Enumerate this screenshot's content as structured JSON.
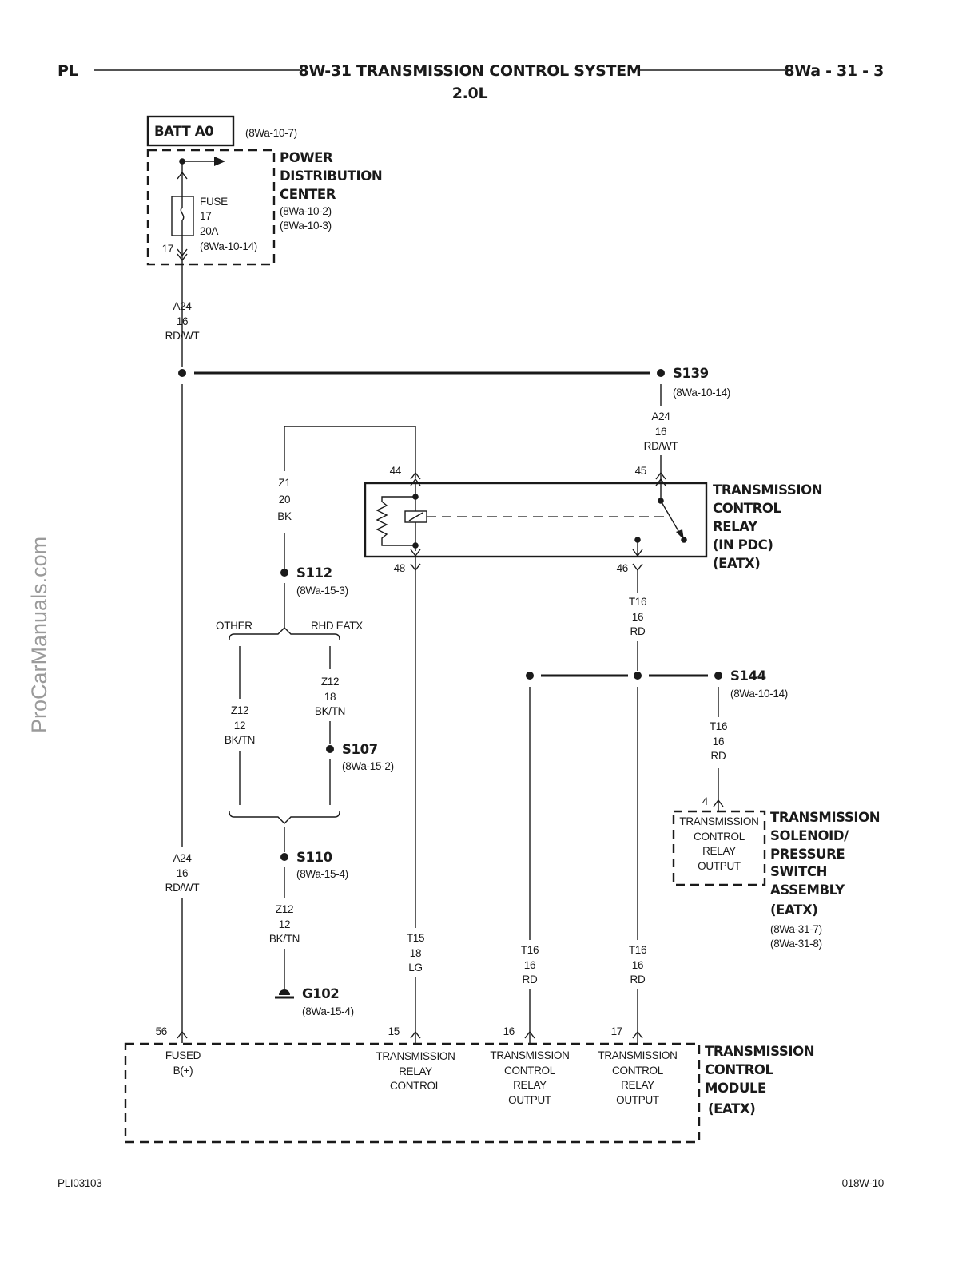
{
  "header": {
    "left": "PL",
    "title": "8W-31 TRANSMISSION CONTROL SYSTEM",
    "subtitle": "2.0L",
    "page": "8Wa - 31 - 3"
  },
  "watermark": "ProCarManuals.com",
  "footer": {
    "left": "PLI03103",
    "right": "018W-10"
  },
  "batt": {
    "label": "BATT A0",
    "ref": "(8Wa-10-7)"
  },
  "pdc": {
    "name": [
      "POWER",
      "DISTRIBUTION",
      "CENTER"
    ],
    "refs": [
      "(8Wa-10-2)",
      "(8Wa-10-3)"
    ],
    "fuse": [
      "FUSE",
      "17",
      "20A",
      "(8Wa-10-14)"
    ],
    "pin": "17"
  },
  "wires": {
    "a24_top": [
      "A24",
      "16",
      "RD/WT"
    ],
    "a24_right": [
      "A24",
      "16",
      "RD/WT"
    ],
    "a24_left": [
      "A24",
      "16",
      "RD/WT"
    ],
    "z1": [
      "Z1",
      "20",
      "BK"
    ],
    "z12_left": [
      "Z12",
      "12",
      "BK/TN"
    ],
    "z12_mid": [
      "Z12",
      "18",
      "BK/TN"
    ],
    "z12_bottom": [
      "Z12",
      "12",
      "BK/TN"
    ],
    "t16_relay": [
      "T16",
      "16",
      "RD"
    ],
    "t16_solenoid": [
      "T16",
      "16",
      "RD"
    ],
    "t15": [
      "T15",
      "18",
      "LG"
    ],
    "t16_pin16": [
      "T16",
      "16",
      "RD"
    ],
    "t16_pin17": [
      "T16",
      "16",
      "RD"
    ]
  },
  "splices": {
    "s139": {
      "id": "S139",
      "ref": "(8Wa-10-14)"
    },
    "s112": {
      "id": "S112",
      "ref": "(8Wa-15-3)"
    },
    "s107": {
      "id": "S107",
      "ref": "(8Wa-15-2)"
    },
    "s110": {
      "id": "S110",
      "ref": "(8Wa-15-4)"
    },
    "s144": {
      "id": "S144",
      "ref": "(8Wa-10-14)"
    }
  },
  "ground": {
    "id": "G102",
    "ref": "(8Wa-15-4)"
  },
  "branch": {
    "other": "OTHER",
    "rhd": "RHD EATX"
  },
  "relay": {
    "name": [
      "TRANSMISSION",
      "CONTROL",
      "RELAY",
      "(IN PDC)",
      "(EATX)"
    ],
    "pins": {
      "p44": "44",
      "p45": "45",
      "p48": "48",
      "p46": "46"
    }
  },
  "solenoid": {
    "pin": "4",
    "inner": [
      "TRANSMISSION",
      "CONTROL",
      "RELAY",
      "OUTPUT"
    ],
    "name": [
      "TRANSMISSION",
      "SOLENOID/",
      "PRESSURE",
      "SWITCH",
      "ASSEMBLY",
      "(EATX)"
    ],
    "refs": [
      "(8Wa-31-7)",
      "(8Wa-31-8)"
    ]
  },
  "tcm": {
    "name": [
      "TRANSMISSION",
      "CONTROL",
      "MODULE",
      "(EATX)"
    ],
    "pins": {
      "p56": "56",
      "p15": "15",
      "p16": "16",
      "p17": "17"
    },
    "fused": [
      "FUSED",
      "B(+)"
    ],
    "relay_control": [
      "TRANSMISSION",
      "RELAY",
      "CONTROL"
    ],
    "output16": [
      "TRANSMISSION",
      "CONTROL",
      "RELAY",
      "OUTPUT"
    ],
    "output17": [
      "TRANSMISSION",
      "CONTROL",
      "RELAY",
      "OUTPUT"
    ]
  }
}
